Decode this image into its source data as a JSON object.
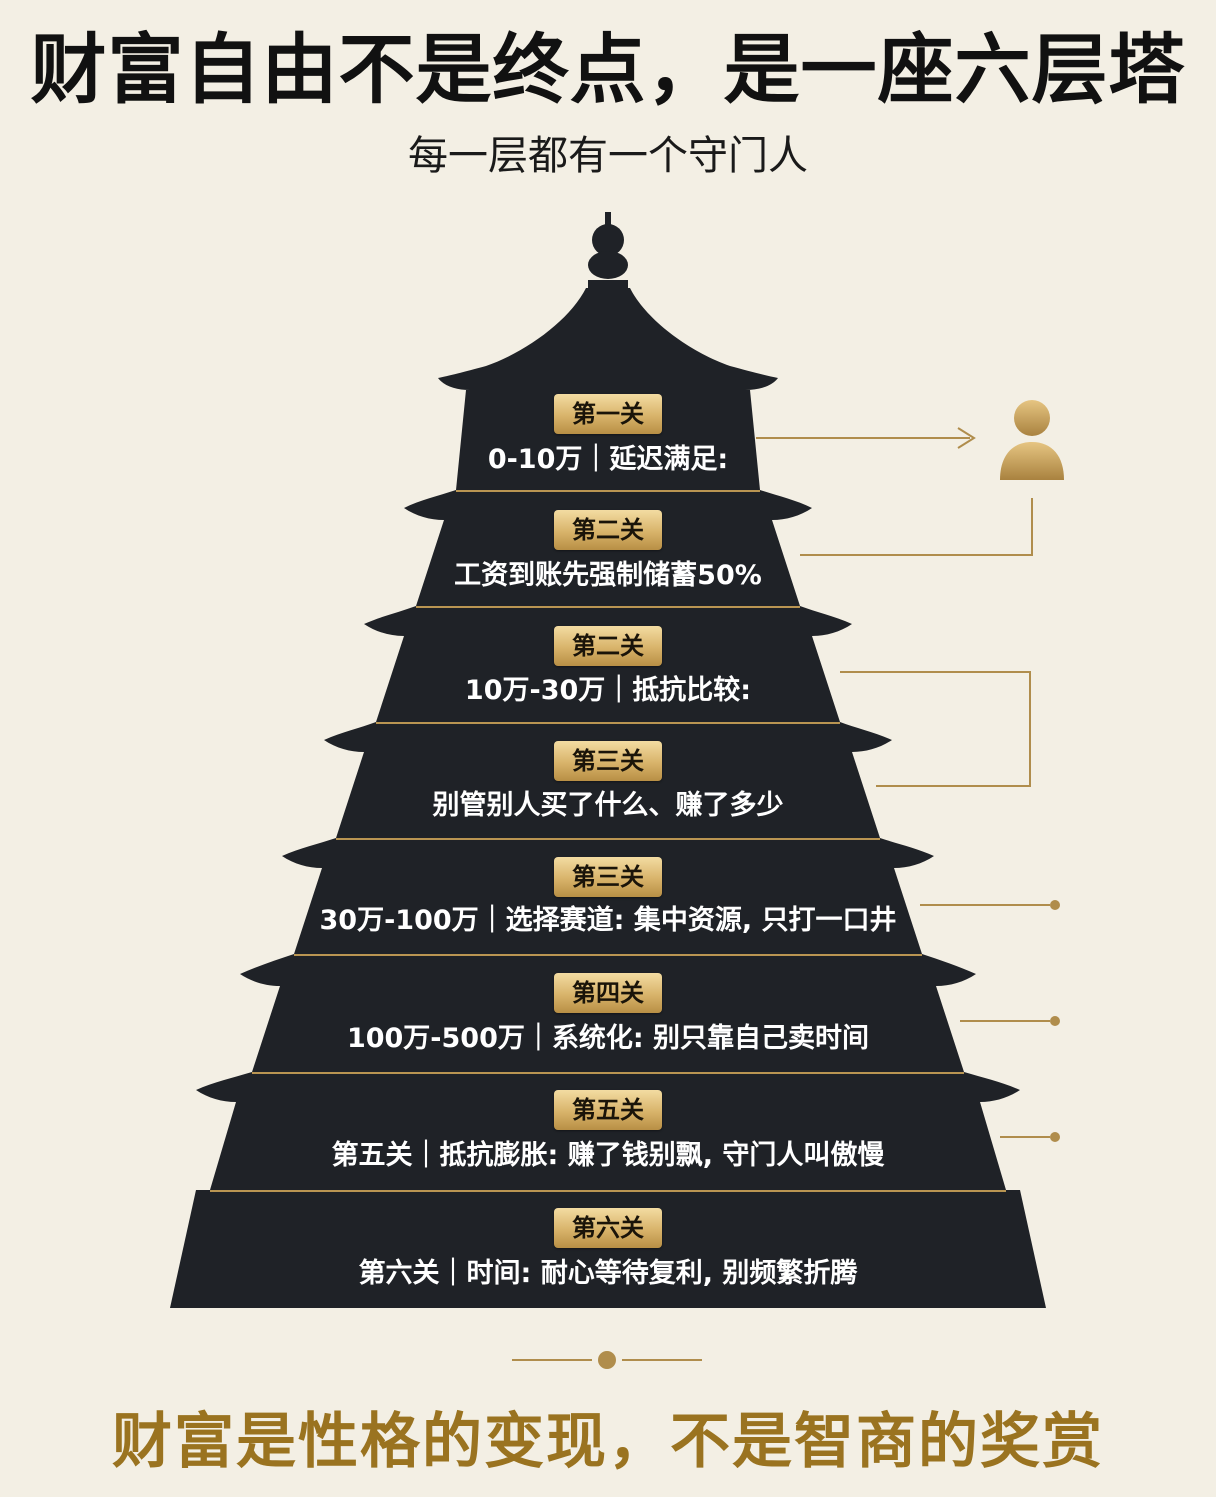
{
  "header": {
    "title": "财富自由不是终点，是一座六层塔",
    "subtitle": "每一层都有一个守门人"
  },
  "tiers": [
    {
      "badge": "第一关",
      "text": "0-10万｜延迟满足:"
    },
    {
      "badge": "第二关",
      "text": "工资到账先强制储蓄50%"
    },
    {
      "badge": "第二关",
      "text": "10万-30万｜抵抗比较:"
    },
    {
      "badge": "第三关",
      "text": "别管别人买了什么、赚了多少"
    },
    {
      "badge": "第三关",
      "text": "30万-100万｜选择赛道: 集中资源, 只打一口井"
    },
    {
      "badge": "第四关",
      "text": "100万-500万｜系统化: 别只靠自己卖时间"
    },
    {
      "badge": "第五关",
      "text": "第五关｜抵抗膨胀: 赚了钱别飘, 守门人叫傲慢"
    },
    {
      "badge": "第六关",
      "text": "第六关｜时间: 耐心等待复利, 别频繁折腾"
    }
  ],
  "footer": {
    "tagline": "财富是性格的变现，不是智商的奖赏"
  },
  "colors": {
    "background": "#f3efe4",
    "pagoda": "#1f2227",
    "gold": "#c9a45c",
    "footer_text": "#9a7320"
  },
  "icons": {
    "guardian": "person-icon",
    "arrow": "arrow-right-icon"
  }
}
